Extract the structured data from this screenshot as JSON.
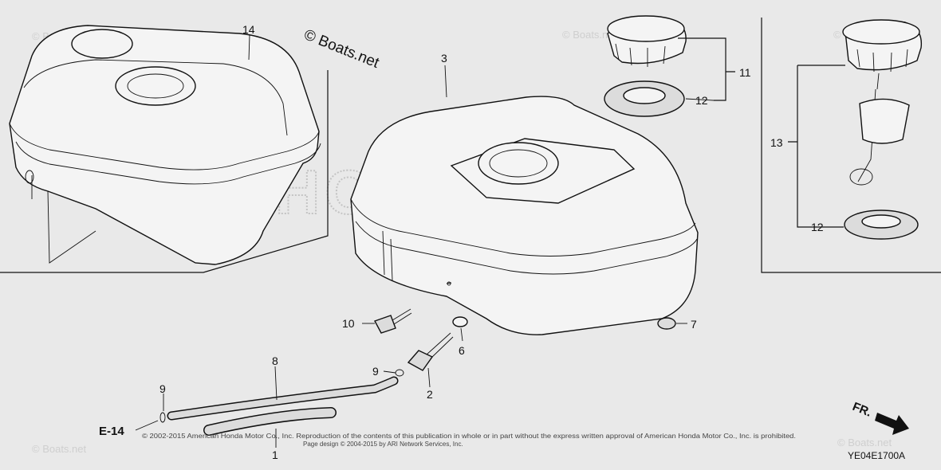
{
  "watermark_text": "© Boats.net",
  "brand_watermark": "HONDA",
  "callouts": {
    "c1": "1",
    "c2": "2",
    "c3": "3",
    "c6": "6",
    "c7": "7",
    "c8": "8",
    "c9a": "9",
    "c9b": "9",
    "c10": "10",
    "c11": "11",
    "c12a": "12",
    "c12b": "12",
    "c13": "13",
    "c14": "14"
  },
  "reference": "E-14",
  "direction": "FR.",
  "diagram_code": "YE04E1700A",
  "copyright_line1": "© 2002-2015 American Honda Motor Co., Inc. Reproduction of the contents of this publication in whole or in part without the express written approval of American Honda Motor Co., Inc. is prohibited.",
  "copyright_line2": "Page design © 2004-2015 by ARI Network Services, Inc."
}
